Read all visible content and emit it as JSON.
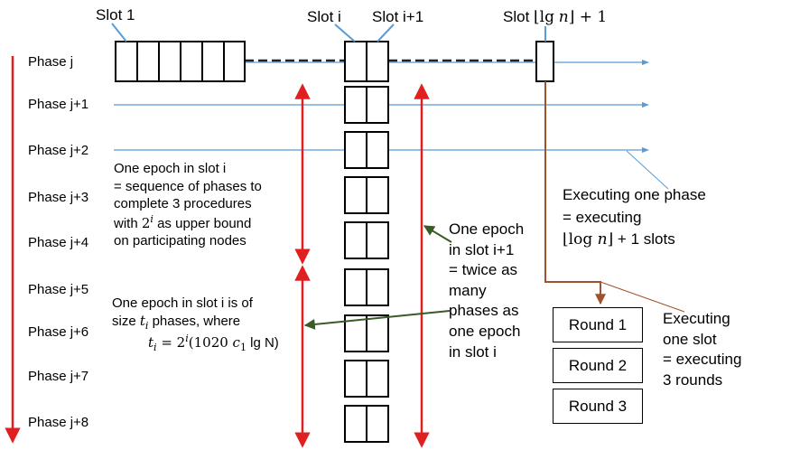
{
  "phases": [
    "Phase j",
    "Phase j+1",
    "Phase j+2",
    "Phase j+3",
    "Phase j+4",
    "Phase j+5",
    "Phase j+6",
    "Phase j+7",
    "Phase j+8"
  ],
  "slots": {
    "slot1": "Slot 1",
    "slot_i": "Slot i",
    "slot_i1": "Slot i+1",
    "slot_last_prefix": "Slot ",
    "slot_last_lg": "lg",
    "slot_last_n": "n",
    "slot_last_suffix": " + 1"
  },
  "epoch_note": {
    "line1": "One epoch in slot i",
    "line2": "= sequence of phases to",
    "line3": "complete 3 procedures",
    "line4a": "with ",
    "line4b": "2",
    "line4c": "i",
    "line4d": " as upper bound",
    "line5": "on participating nodes"
  },
  "size_note": {
    "line1": "One epoch in slot i is of",
    "line2a": "size ",
    "line2b": "t",
    "line2c": "i",
    "line2d": " phases, where",
    "line3a": "t",
    "line3b": "i",
    "line3c": " = 2",
    "line3d": "i",
    "line3e": "(1020 ",
    "line3f": "c",
    "line3g": "1",
    "line3h": " lg N)"
  },
  "twice_note": [
    "One epoch",
    "in slot i+1",
    "= twice as",
    "many",
    "phases as",
    "one epoch",
    "in slot i"
  ],
  "phase_note": {
    "line1": "Executing one phase",
    "line2": "= executing",
    "line3a": "log ",
    "line3b": "n",
    "line3c": " + 1 slots"
  },
  "slot_note": [
    "Executing",
    "one slot",
    "= executing",
    "3 rounds"
  ],
  "rounds": [
    "Round 1",
    "Round 2",
    "Round 3"
  ],
  "colors": {
    "red": "#e02020",
    "blue": "#5b9bd5",
    "brown": "#a0522d",
    "green": "#3a5a28",
    "black": "#000000"
  }
}
